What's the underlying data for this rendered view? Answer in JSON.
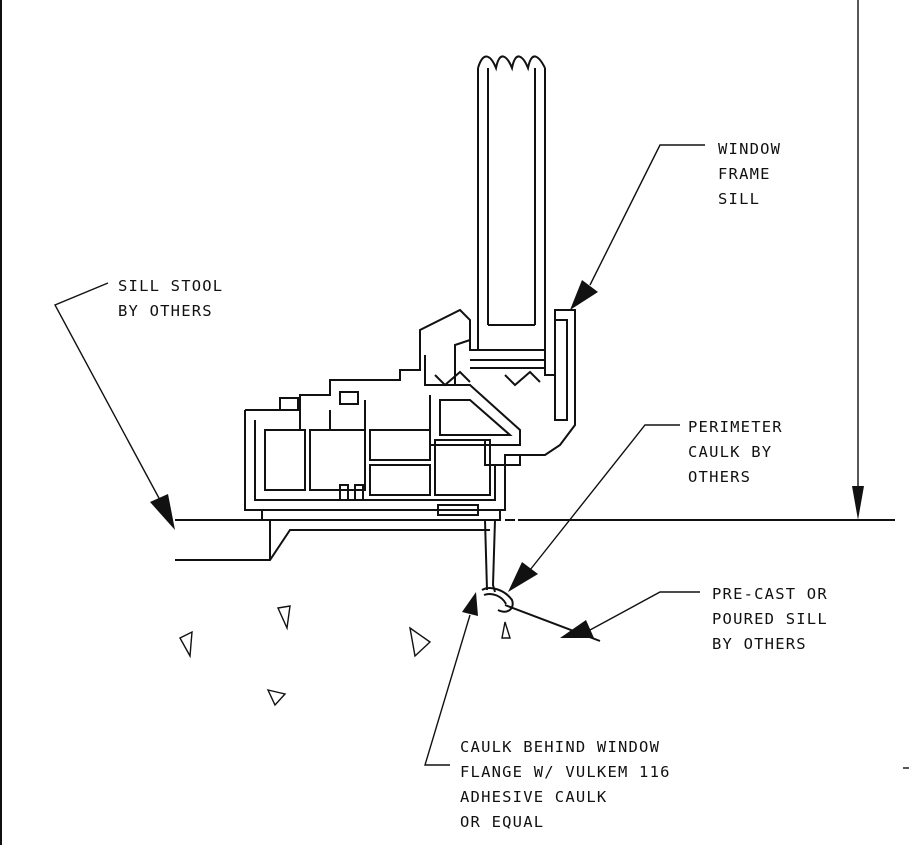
{
  "labels": {
    "window_frame_sill": [
      "WINDOW",
      "FRAME",
      "SILL"
    ],
    "sill_stool": [
      "SILL STOOL",
      "BY OTHERS"
    ],
    "perimeter_caulk": [
      "PERIMETER",
      "CAULK BY",
      "OTHERS"
    ],
    "precast_sill": [
      "PRE-CAST OR",
      "POURED SILL",
      "BY OTHERS"
    ],
    "caulk_behind_flange": [
      "CAULK BEHIND WINDOW",
      "FLANGE W/ VULKEM 116",
      "ADHESIVE CAULK",
      "OR EQUAL"
    ]
  }
}
